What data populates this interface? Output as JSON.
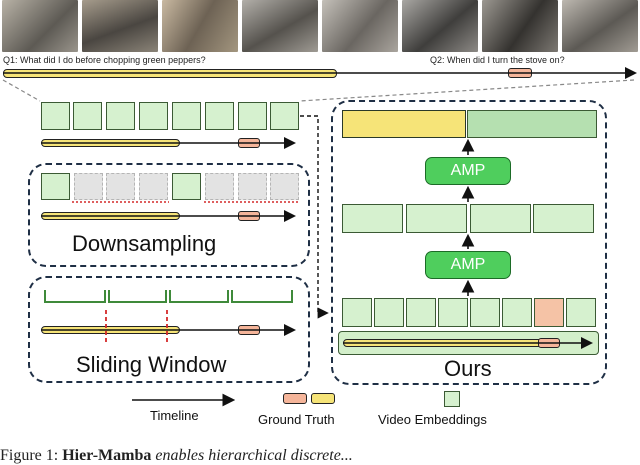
{
  "questions": {
    "q1": "Q1: What did I do before chopping green peppers?",
    "q2": "Q2: When did I turn the stove on?"
  },
  "frames": [
    {
      "name": "frame-1",
      "color": "#8a8478"
    },
    {
      "name": "frame-2",
      "color": "#6f6a62"
    },
    {
      "name": "frame-3",
      "color": "#9a8d7c"
    },
    {
      "name": "frame-4",
      "color": "#7d7b76"
    },
    {
      "name": "frame-5",
      "color": "#8e8a84"
    },
    {
      "name": "frame-6",
      "color": "#6c6a66"
    },
    {
      "name": "frame-7",
      "color": "#5f5c58"
    },
    {
      "name": "frame-8",
      "color": "#87837c"
    }
  ],
  "panels": {
    "downsampling": "Downsampling",
    "sliding_window": "Sliding Window",
    "ours": "Ours"
  },
  "amp_label": "AMP",
  "legend": {
    "timeline": "Timeline",
    "ground_truth": "Ground Truth",
    "video_embeddings": "Video Embeddings"
  },
  "caption": {
    "figure": "Figure 1:",
    "bold": "Hier-Mamba",
    "rest": "enables hierarchical discrete..."
  },
  "colors": {
    "embedding": "#d6f1cf",
    "highlight": "#f5c3a6",
    "timeline_bar": "#f6e478",
    "ground_truth": "#f5b59a",
    "amp": "#4fce5d",
    "panel_border": "#1f2f45"
  }
}
